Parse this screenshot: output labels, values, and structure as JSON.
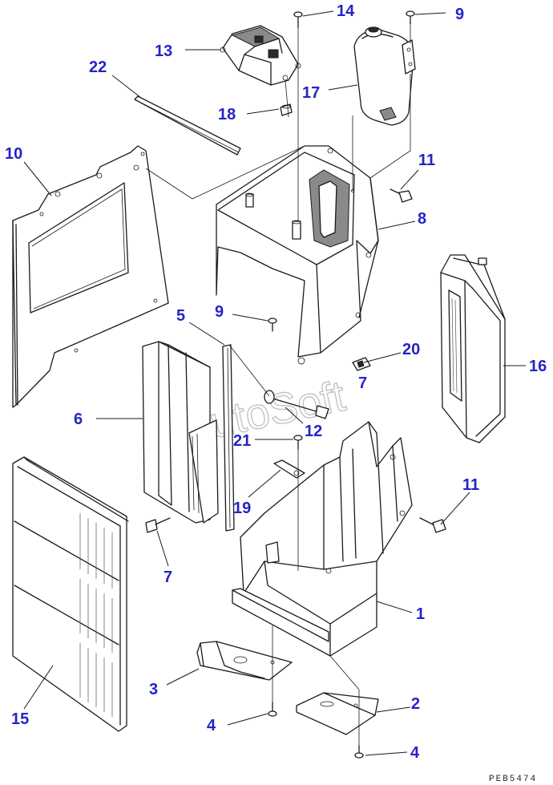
{
  "diagram": {
    "reference_code": "PEB5474",
    "watermark": "AutoSoft",
    "labels": {
      "p1": "1",
      "p2": "2",
      "p3": "3",
      "p4a": "4",
      "p4b": "4",
      "p5": "5",
      "p6": "6",
      "p7a": "7",
      "p7b": "7",
      "p8": "8",
      "p9a": "9",
      "p9b": "9",
      "p10": "10",
      "p11a": "11",
      "p11b": "11",
      "p12": "12",
      "p13": "13",
      "p14": "14",
      "p15": "15",
      "p16": "16",
      "p17": "17",
      "p18": "18",
      "p19": "19",
      "p20": "20",
      "p21": "21",
      "p22": "22"
    },
    "colors": {
      "label": "#2424c8",
      "line": "#1a1a1a",
      "watermark": "#b0b0b0"
    }
  }
}
